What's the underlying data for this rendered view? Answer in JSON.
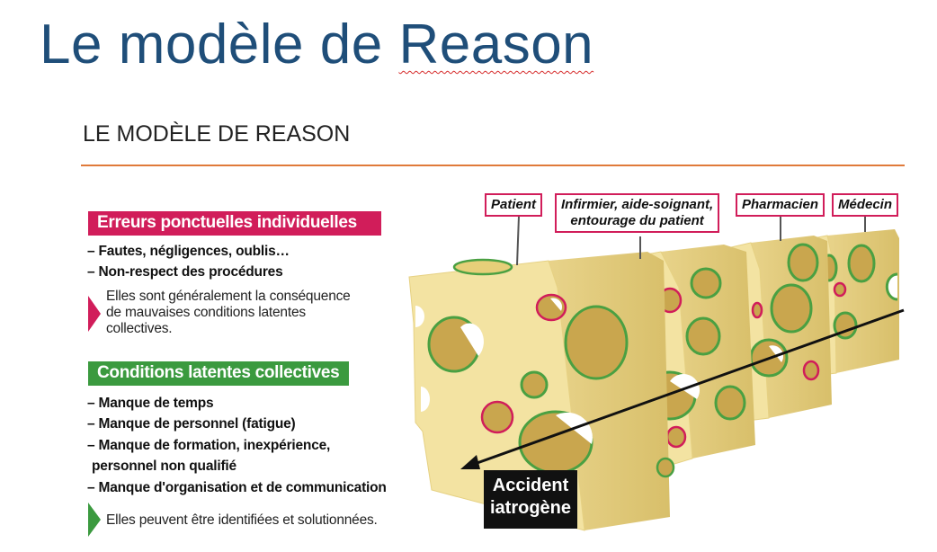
{
  "slide_title": {
    "part1": "Le modèle de ",
    "part2": "Reason"
  },
  "panel": {
    "title": "LE MODÈLE DE REASON",
    "section1": {
      "header": "Erreurs ponctuelles individuelles",
      "items": [
        "– Fautes, négligences, oublis…",
        "– Non-respect des procédures"
      ],
      "note": [
        "Elles sont généralement la conséquence",
        "de mauvaises conditions latentes",
        "collectives."
      ]
    },
    "section2": {
      "header": "Conditions latentes collectives",
      "items": [
        "– Manque de temps",
        "– Manque de personnel (fatigue)",
        "– Manque de formation, inexpérience,",
        "personnel non qualifié",
        "– Manque d'organisation et de communication"
      ],
      "note": [
        "Elles peuvent être identifiées et solutionnées."
      ]
    },
    "labels": {
      "patient": "Patient",
      "infirmier": [
        "Infirmier, aide-soignant,",
        "entourage du patient"
      ],
      "pharmacien": "Pharmacien",
      "medecin": "Médecin"
    },
    "accident": [
      "Accident",
      "iatrogène"
    ]
  },
  "colors": {
    "title": "#1f4e79",
    "rule": "#e07a3a",
    "red": "#d11d5a",
    "green": "#3b9a3f",
    "cheese": "#f3e3a2"
  }
}
